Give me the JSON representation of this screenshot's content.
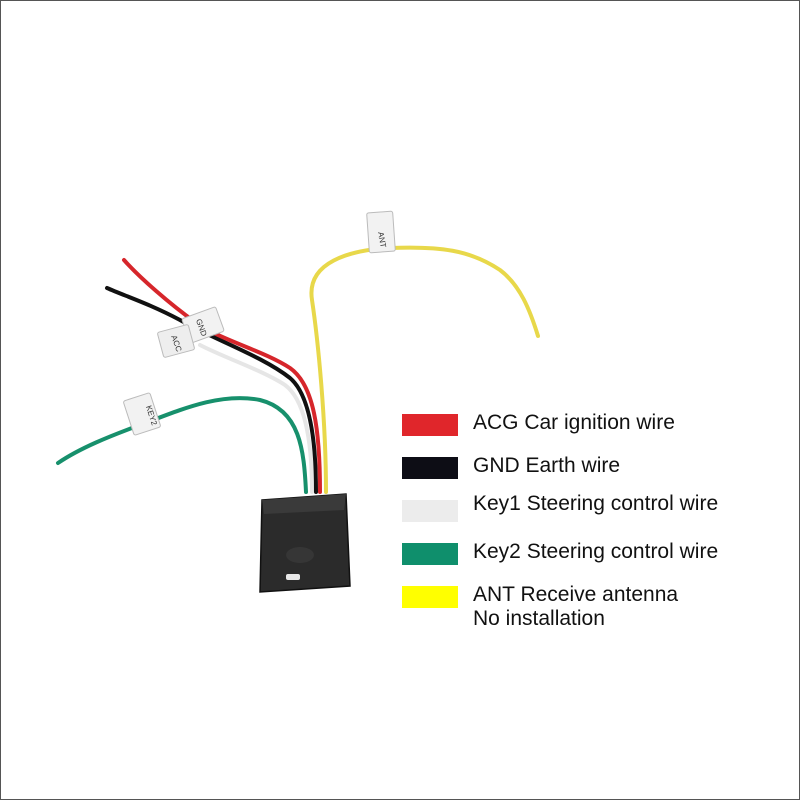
{
  "colors": {
    "red": "#e0262b",
    "black": "#0d0d15",
    "white": "#ececec",
    "green": "#0f8f6c",
    "yellow": "#ffff00",
    "box": "#2a2a2a"
  },
  "tags": {
    "ant": "ANT",
    "gnd": "GND",
    "acc": "ACC",
    "key2": "KEY2"
  },
  "legend": [
    {
      "color": "#e0262b",
      "label": "ACG Car ignition wire"
    },
    {
      "color": "#0d0d15",
      "label": "GND Earth wire"
    },
    {
      "color": "#ececec",
      "label": "Key1 Steering  control wire"
    },
    {
      "color": "#0f8f6c",
      "label": "Key2 Steering  control wire"
    },
    {
      "color": "#ffff00",
      "label": "ANT Receive antenna",
      "label2": "No installation"
    }
  ]
}
